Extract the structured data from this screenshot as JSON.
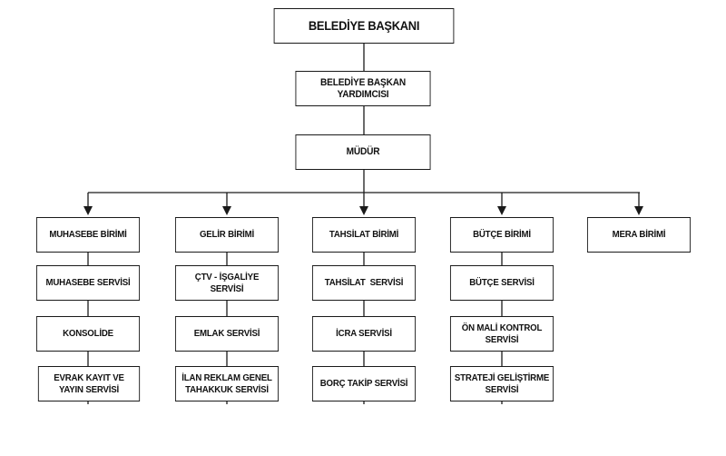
{
  "title": "BELEDİYE BAŞKANI",
  "deputy": "BELEDİYE BAŞKAN YARDIMCISI",
  "director": "MÜDÜR",
  "units": [
    {
      "name": "MUHASEBE BİRİMİ",
      "services": [
        "MUHASEBE SERVİSİ",
        "KONSOLİDE",
        "EVRAK KAYIT VE YAYIN SERVİSİ"
      ]
    },
    {
      "name": "GELİR BİRİMİ",
      "services": [
        "ÇTV - İŞGALİYE SERVİSİ",
        "EMLAK SERVİSİ",
        "İLAN REKLAM GENEL TAHAKKUK SERVİSİ"
      ]
    },
    {
      "name": "TAHSİLAT BİRİMİ",
      "services": [
        "TAHSİLAT  SERVİSİ",
        "İCRA SERVİSİ",
        "BORÇ TAKİP SERVİSİ"
      ]
    },
    {
      "name": "BÜTÇE BİRİMİ",
      "services": [
        "BÜTÇE SERVİSİ",
        "ÖN MALİ KONTROL SERVİSİ",
        "STRATEJİ GELİŞTİRME SERVİSİ"
      ]
    },
    {
      "name": "MERA BİRİMİ",
      "services": []
    }
  ],
  "colors": {
    "line": "#1a1a1a",
    "box_border": "#1a1a1a",
    "background": "#ffffff"
  }
}
